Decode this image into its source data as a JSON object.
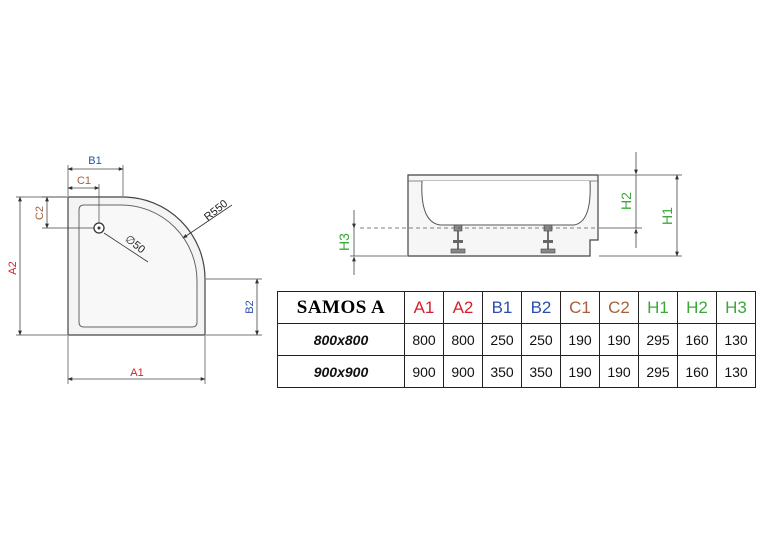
{
  "plan_view": {
    "labels": {
      "b1": "B1",
      "c1": "C1",
      "c2": "C2",
      "a2": "A2",
      "b2": "B2",
      "a1": "A1",
      "radius": "R550",
      "drain": "∅50"
    }
  },
  "side_view": {
    "labels": {
      "h1": "H1",
      "h2": "H2",
      "h3": "H3"
    }
  },
  "spec_table": {
    "model": "SAMOS A",
    "headers": [
      "A1",
      "A2",
      "B1",
      "B2",
      "C1",
      "C2",
      "H1",
      "H2",
      "H3"
    ],
    "header_colors": [
      "red",
      "red",
      "blue",
      "blue",
      "brown",
      "brown",
      "green",
      "green",
      "green"
    ],
    "rows": [
      {
        "size": "800x800",
        "values": [
          "800",
          "800",
          "250",
          "250",
          "190",
          "190",
          "295",
          "160",
          "130"
        ]
      },
      {
        "size": "900x900",
        "values": [
          "900",
          "900",
          "350",
          "350",
          "190",
          "190",
          "295",
          "160",
          "130"
        ]
      }
    ]
  },
  "colors": {
    "red": "#d4202a",
    "blue": "#2a4fa8",
    "brown": "#a5623a",
    "green": "#3aa83a",
    "outline": "#333333"
  }
}
